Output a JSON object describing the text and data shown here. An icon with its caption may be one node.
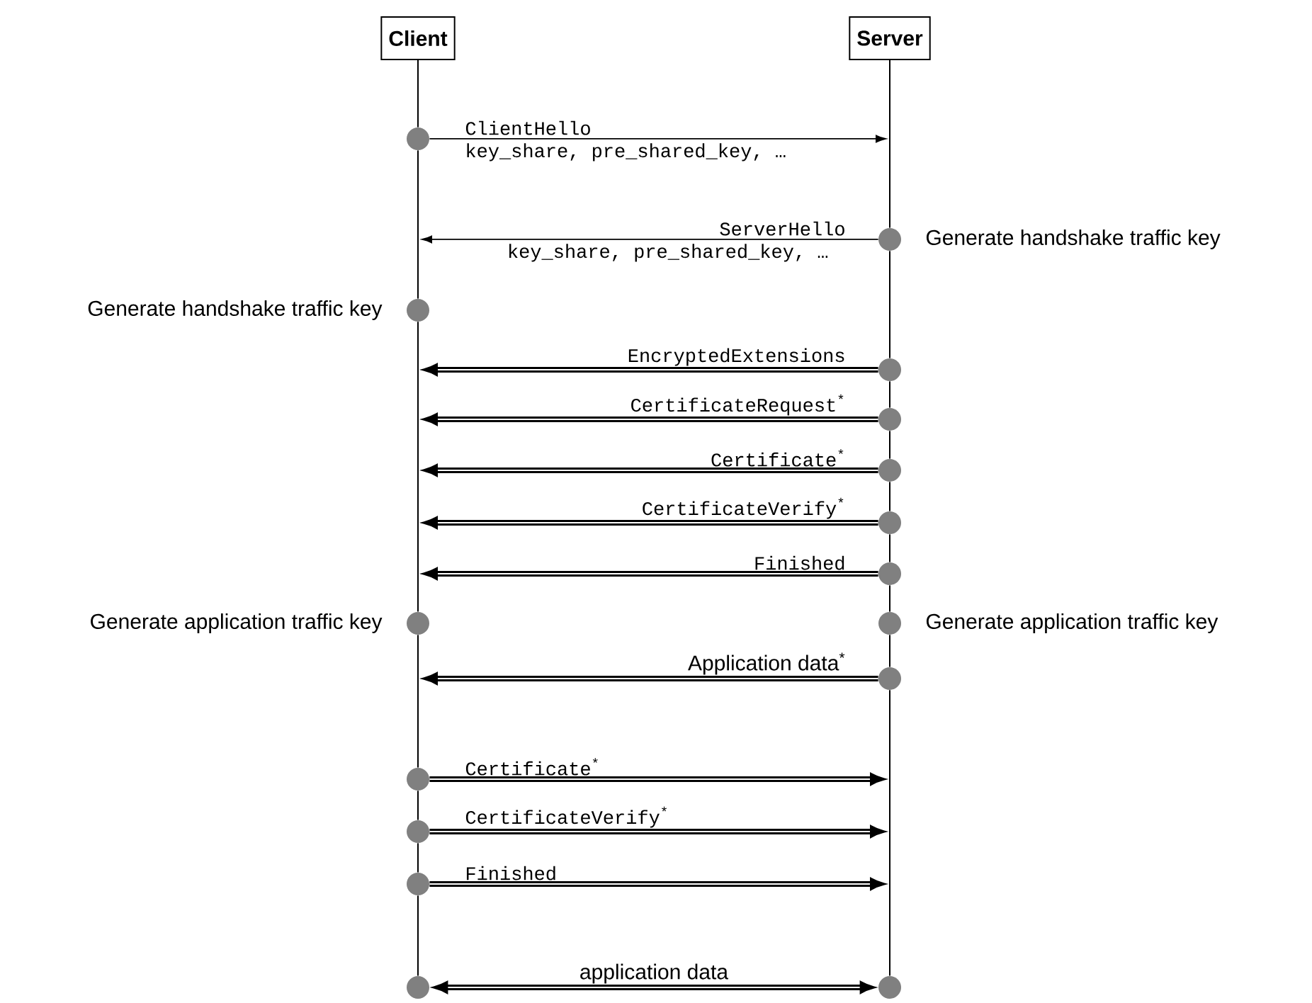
{
  "diagram": {
    "nodes": [
      {
        "text": [
          "Client"
        ]
      },
      {
        "text": [
          "Server"
        ]
      },
      {
        "text": [],
        "shape": "circle"
      },
      {
        "text": [],
        "shape": "circle",
        "beside": [
          "Generate handshake traffic key"
        ]
      },
      {
        "text": [],
        "shape": "circle",
        "beside": [
          "Generate handshake traffic key"
        ]
      },
      {
        "text": [],
        "shape": "circle"
      },
      {
        "text": [],
        "shape": "circle"
      },
      {
        "text": [],
        "shape": "circle"
      },
      {
        "text": [],
        "shape": "circle"
      },
      {
        "text": [],
        "shape": "circle"
      },
      {
        "text": [],
        "shape": "circle",
        "beside": [
          "Generate application traffic key"
        ]
      },
      {
        "text": [],
        "shape": "circle",
        "beside": [
          "Generate application traffic key"
        ]
      },
      {
        "text": [],
        "shape": "circle"
      },
      {
        "text": [],
        "shape": "circle"
      },
      {
        "text": [],
        "shape": "circle"
      },
      {
        "text": [],
        "shape": "circle"
      },
      {
        "text": [],
        "shape": "circle"
      },
      {
        "text": [],
        "shape": "circle"
      }
    ],
    "edges": [
      {
        "from": 2,
        "to": null,
        "arrow": "to",
        "label": "ClientHello"
      },
      {
        "from": 3,
        "to": null,
        "arrow": "to",
        "label": "ServerHello"
      },
      {
        "from": 5,
        "to": null,
        "arrow": "to",
        "label": "EncryptedExtensions",
        "style": "thick"
      },
      {
        "from": 6,
        "to": null,
        "arrow": "to",
        "label": "CertificateRequest$^{*}$",
        "style": "thick"
      },
      {
        "from": 7,
        "to": null,
        "arrow": "to",
        "label": "Certificate$^{*}$",
        "style": "thick"
      },
      {
        "from": 8,
        "to": null,
        "arrow": "to",
        "label": "CertificateVerify$^{*}$",
        "style": "thick"
      },
      {
        "from": 9,
        "to": null,
        "arrow": "to",
        "label": "Finished",
        "style": "thick"
      },
      {
        "from": 12,
        "to": null,
        "arrow": "to",
        "label": "Application data$^{*}$",
        "style": "thick"
      },
      {
        "from": 13,
        "to": null,
        "arrow": "to",
        "label": "Certificate$^{*}$",
        "style": "thick"
      },
      {
        "from": 14,
        "to": null,
        "arrow": "to",
        "label": "CertificateVerify$^{*}$",
        "style": "thick"
      },
      {
        "from": 15,
        "to": null,
        "arrow": "to",
        "label": "Finished",
        "style": "thick"
      },
      {
        "from": 16,
        "to": 17,
        "arrow": "both",
        "label": "application data",
        "style": "thick"
      },
      {
        "from": 0,
        "to": 2,
        "arrow": "none"
      },
      {
        "from": 2,
        "to": 4,
        "arrow": "none"
      },
      {
        "from": 4,
        "to": 10,
        "arrow": "none"
      },
      {
        "from": 10,
        "to": 13,
        "arrow": "none"
      },
      {
        "from": 13,
        "to": 14,
        "arrow": "none"
      },
      {
        "from": 14,
        "to": 15,
        "arrow": "none"
      },
      {
        "from": 15,
        "to": 16,
        "arrow": "none"
      },
      {
        "from": 1,
        "to": 3,
        "arrow": "none"
      },
      {
        "from": 3,
        "to": 5,
        "arrow": "none"
      },
      {
        "from": 5,
        "to": 6,
        "arrow": "none"
      },
      {
        "from": 6,
        "to": 7,
        "arrow": "none"
      },
      {
        "from": 7,
        "to": 8,
        "arrow": "none"
      },
      {
        "from": 8,
        "to": 9,
        "arrow": "none"
      },
      {
        "from": 9,
        "to": 11,
        "arrow": "none"
      },
      {
        "from": 11,
        "to": 12,
        "arrow": "none"
      },
      {
        "from": 12,
        "to": 17,
        "arrow": "none"
      }
    ],
    "labels": [
      "key_share, pre_shared_key, …",
      "key_share, pre_shared_key, …"
    ]
  }
}
